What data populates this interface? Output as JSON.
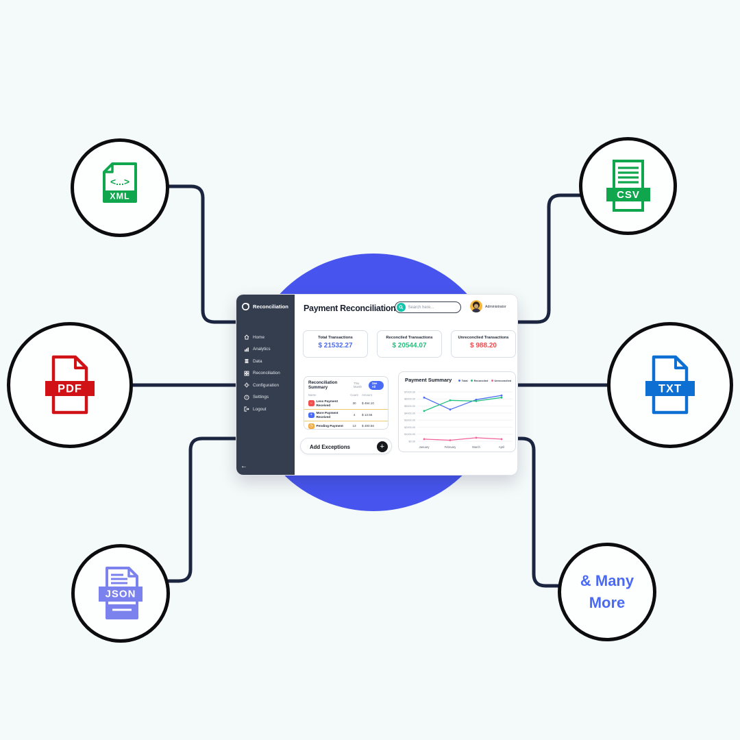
{
  "colors": {
    "background": "#f4f9f9",
    "blue_blob": "#4755ee",
    "connector": "#1b2540",
    "xml_green": "#10a64e",
    "csv_green": "#10a64e",
    "pdf_red": "#d01116",
    "txt_blue": "#0d6fd1",
    "json_purple": "#7b82ee",
    "many_more_blue": "#4a6af5",
    "sidebar_bg": "#353e4f",
    "search_teal": "#14c4ad"
  },
  "nodes": {
    "xml": {
      "label": "XML",
      "glyph": "<...>"
    },
    "csv": {
      "label": "CSV"
    },
    "pdf": {
      "label": "PDF"
    },
    "txt": {
      "label": "TXT"
    },
    "json": {
      "label": "JSON"
    },
    "more": {
      "line1": "& Many",
      "line2": "More"
    }
  },
  "dashboard": {
    "brand": "Reconciliation",
    "sidebar": {
      "items": [
        {
          "label": "Home"
        },
        {
          "label": "Analytics"
        },
        {
          "label": "Data"
        },
        {
          "label": "Reconciliation"
        },
        {
          "label": "Configuration"
        },
        {
          "label": "Settings"
        },
        {
          "label": "Logout"
        }
      ],
      "back_arrow": "←"
    },
    "header": {
      "title": "Payment Reconciliation",
      "search_placeholder": "Search here...",
      "user": "Administrator"
    },
    "stats": [
      {
        "label": "Total Transactions",
        "value": "$ 21532.27",
        "color": "#4a6bf5"
      },
      {
        "label": "Reconciled Transactions",
        "value": "$ 20544.07",
        "color": "#1fc17d"
      },
      {
        "label": "Unreconclied Transactions",
        "value": "$ 988.20",
        "color": "#f5484d"
      }
    ],
    "summary": {
      "title": "Reconciliation Summary",
      "period": "This Month",
      "see_all": "See All",
      "columns": [
        "Name",
        "Count",
        "Amount"
      ],
      "rows": [
        {
          "name": "Less Payment Received",
          "count": "30",
          "amount": "$ 494.10",
          "glyph": "−",
          "icon_color": "#f04f4f"
        },
        {
          "name": "More Payment Received",
          "count": "4",
          "amount": "$ 13.55",
          "glyph": "+",
          "icon_color": "#4a6bf5"
        },
        {
          "name": "Pending Payment",
          "count": "13",
          "amount": "$ 480.56",
          "glyph": "◷",
          "icon_color": "#f2aa3d"
        }
      ]
    },
    "add_exceptions": {
      "label": "Add Exceptions",
      "plus": "+"
    }
  },
  "chart_data": {
    "type": "line",
    "title": "Payment Summary",
    "x": [
      "January",
      "February",
      "March",
      "April"
    ],
    "series": [
      {
        "name": "Total",
        "color": "#4a6bf5",
        "values": [
          6200,
          4500,
          5900,
          6500
        ]
      },
      {
        "name": "Reconciled",
        "color": "#1fc17d",
        "values": [
          4300,
          5800,
          5700,
          6200
        ]
      },
      {
        "name": "Unreconciled",
        "color": "#f2639a",
        "values": [
          300,
          150,
          500,
          300
        ]
      }
    ],
    "y_ticks": [
      "$7000.00",
      "$6000.00",
      "$5000.00",
      "$4000.00",
      "$3000.00",
      "$2000.00",
      "$1000.00",
      "$0.00"
    ],
    "ylim": [
      0,
      7000
    ],
    "grid": true,
    "legend_position": "top-right"
  }
}
